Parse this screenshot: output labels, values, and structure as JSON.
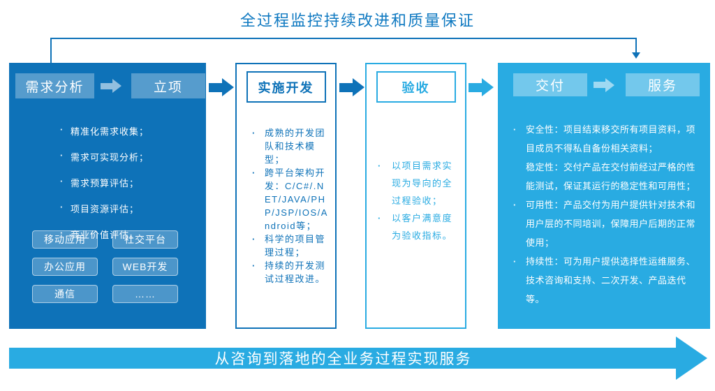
{
  "title": "全过程监控持续改进和质量保证",
  "colors": {
    "primary_blue": "#0e72b8",
    "cyan": "#29abe2"
  },
  "panel_requirements": {
    "step1": "需求分析",
    "step2": "立项",
    "bullets": [
      "精准化需求收集；",
      "需求可实现分析；",
      "需求预算评估；",
      "项目资源评估；",
      "商业价值评估。"
    ],
    "tags": [
      "移动应用",
      "社交平台",
      "办公应用",
      "WEB开发",
      "通信",
      "……"
    ]
  },
  "panel_development": {
    "header": "实施开发",
    "bullets": [
      "成熟的开发团队和技术模型；",
      "跨平台架构开发：C/C#/.NET/JAVA/PHP/JSP/IOS/Android等；",
      "科学的项目管理过程；",
      "持续的开发测试过程改进。"
    ]
  },
  "panel_acceptance": {
    "header": "验收",
    "bullets": [
      "以项目需求实现为导向的全过程验收；",
      "以客户满意度为验收指标。"
    ]
  },
  "panel_delivery": {
    "step1": "交付",
    "step2": "服务",
    "bullets": [
      "安全性：项目结束移交所有项目资料，项目成员不得私自备份相关资料；",
      "稳定性：交付产品在交付前经过严格的性能测试，保证其运行的稳定性和可用性；",
      "可用性：产品交付为用户提供针对技术和用户层的不同培训，保障用户后期的正常使用；",
      "持续性：可为用户提供选择性运维服务、技术咨询和支持、二次开发、产品迭代等。"
    ]
  },
  "bottom_banner": "从咨询到落地的全业务过程实现服务"
}
